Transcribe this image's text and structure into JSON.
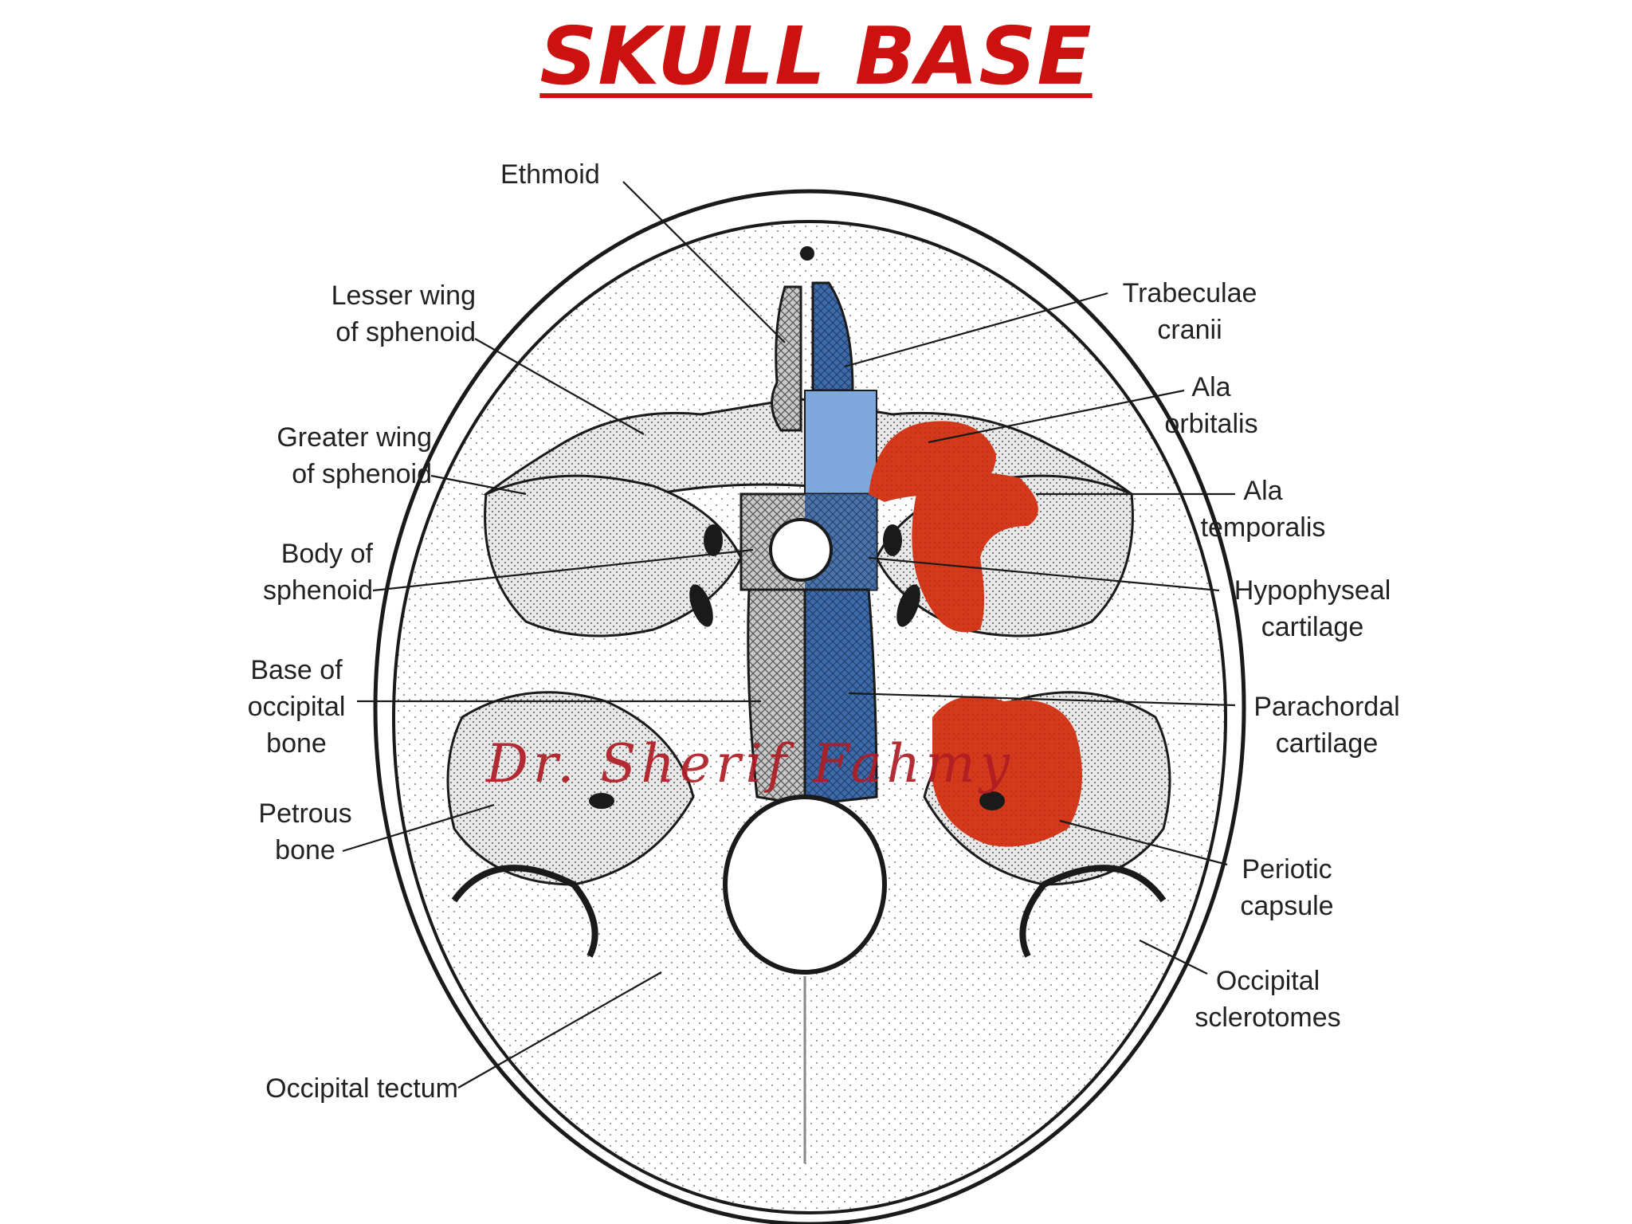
{
  "title": "SKULL BASE",
  "watermark": "Dr. Sherif Fahmy",
  "colors": {
    "title": "#cc1111",
    "blue_light": "#7fa9dc",
    "blue_dark": "#3d6aa8",
    "red": "#d4391c",
    "watermark": "#b01d24"
  },
  "labels": {
    "ethmoid": "Ethmoid",
    "lesser_wing": "Lesser wing\nof sphenoid",
    "greater_wing": "Greater wing\nof sphenoid",
    "body_sphenoid": "Body of\nsphenoid",
    "base_occipital": "Base of\noccipital\nbone",
    "petrous": "Petrous\nbone",
    "occipital_tectum": "Occipital tectum",
    "trabeculae": "Trabeculae\ncranii",
    "ala_orbitalis": "Ala\norbitalis",
    "ala_temporalis": "Ala\ntemporalis",
    "hypophyseal": "Hypophyseal\ncartilage",
    "parachordal": "Parachordal\ncartilage",
    "periotic": "Periotic\ncapsule",
    "occipital_sclerotomes": "Occipital\nsclerotomes"
  }
}
